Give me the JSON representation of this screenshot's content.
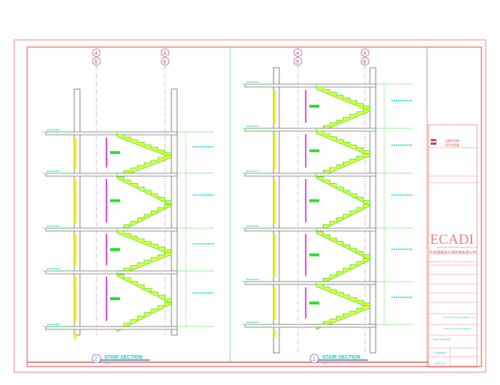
{
  "colors": {
    "frame": "#e87878",
    "stair": "#22dd22",
    "stairFill": "#eaff3a",
    "wall": "#555555",
    "dim": "#00c8c8",
    "pink": "#e040e0",
    "yellow": "#f0f000",
    "grid": "#a03070"
  },
  "sections": [
    {
      "number": "2",
      "title": "STAIR SECTION",
      "scale": "1:50",
      "gridTop": [
        "4",
        "5"
      ],
      "gridTop2": [
        "3",
        "6"
      ]
    },
    {
      "number": "1",
      "title": "STAIR SECTION",
      "scale": "1:50",
      "gridTop": [
        "4",
        "5"
      ],
      "gridTop2": [
        "3",
        "6"
      ]
    }
  ],
  "titleblock": {
    "logo": "ECADI",
    "company_en": "EAST CHINA ARCHITECTURAL DESIGN & RESEARCH INSTITUTE CO.,LTD",
    "company_cn": "华东建筑设计研究院有限公司",
    "partner": "Nadrand, Bandle, Street, Street & Associates, Inc.",
    "client": "Shanghai Xintiandi Landmark Co., Ltd",
    "project": "Xintiandi Landmark Building",
    "drawing_title": "STAIR SECTIONS",
    "drawing_no": "C-0806802",
    "date": "2005.1.10",
    "stamp1": "设计专用章",
    "stamp2": "出图专用章"
  }
}
